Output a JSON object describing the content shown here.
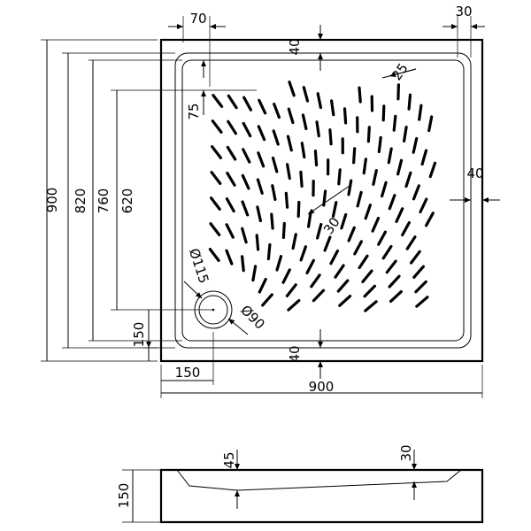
{
  "plan": {
    "top": {
      "d70": "70",
      "d30": "30",
      "d40_top": "40",
      "d25": "25",
      "d75": "75"
    },
    "left": {
      "d900": "900",
      "d820": "820",
      "d760": "760",
      "d620": "620",
      "d150": "150"
    },
    "right": {
      "d40": "40"
    },
    "center": {
      "d30": "30"
    },
    "drain": {
      "d115": "Ø115",
      "d90": "Ø90"
    },
    "bottom": {
      "d40_bottom": "40",
      "d150": "150",
      "d900": "900"
    }
  },
  "section": {
    "d45": "45",
    "d30": "30",
    "d150": "150"
  }
}
